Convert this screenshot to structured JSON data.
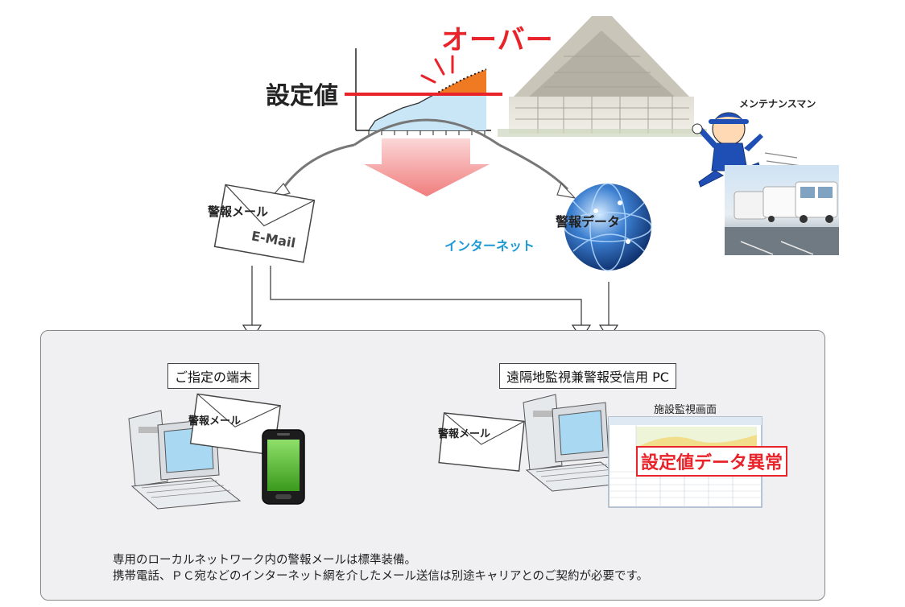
{
  "labels": {
    "over": "オーバー",
    "setpoint": "設定値",
    "maintenance": "メンテナンスマン",
    "alert_mail": "警報メール",
    "email_tag": "E-Mail",
    "alert_data": "警報データ",
    "internet": "インターネット",
    "designated_terminal": "ご指定の端末",
    "remote_pc": "遠隔地監視兼警報受信用 PC",
    "facility_screen": "施設監視画面",
    "alert_status": "設定値データ異常",
    "mail_in_panel_1": "警報メール",
    "mail_in_panel_2": "警報メール"
  },
  "footnotes": [
    "専用のローカルネットワーク内の警報メールは標準装備。",
    "携帯電話、ＰＣ宛などのインターネット網を介したメール送信は別途キャリアとのご契約が必要です。"
  ],
  "colors": {
    "over_red": "#e8232a",
    "setpoint_line": "#e8232a",
    "area_fill": "#c8e6f5",
    "over_fill": "#f07a22",
    "internet_blue": "#1d9ad6",
    "panel_bg": "#f0f0f2",
    "phone_green": "#5cbf2a"
  }
}
